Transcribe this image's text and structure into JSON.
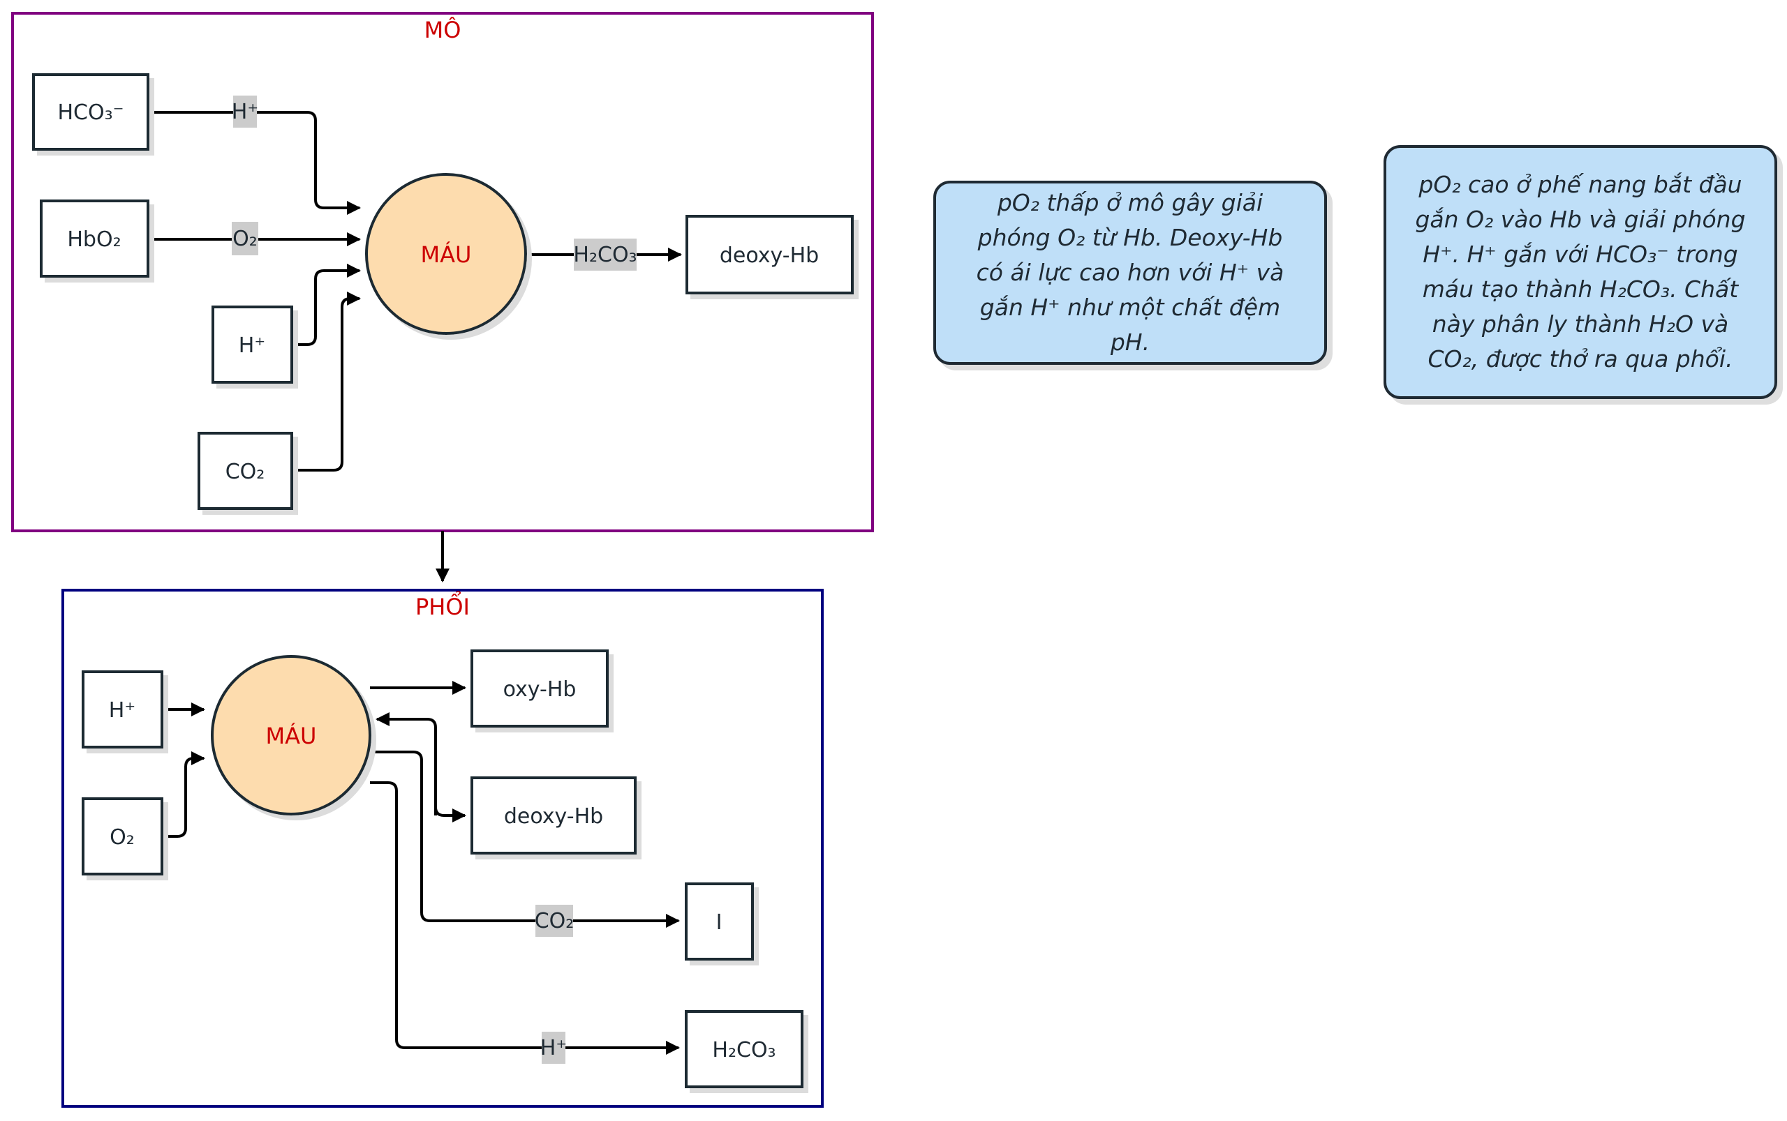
{
  "tissue": {
    "title": "MÔ",
    "center": "MÁU",
    "inputs": [
      {
        "label": "HCO₃⁻",
        "edge_label": "H⁺"
      },
      {
        "label": "HbO₂",
        "edge_label": "O₂"
      },
      {
        "label": "H⁺",
        "edge_label": ""
      },
      {
        "label": "CO₂",
        "edge_label": ""
      }
    ],
    "output": {
      "label": "deoxy-Hb",
      "edge_label": "H₂CO₃"
    }
  },
  "lung": {
    "title": "PHỔI",
    "center": "MÁU",
    "inputs": [
      {
        "label": "H⁺"
      },
      {
        "label": "O₂"
      }
    ],
    "outputs": [
      {
        "label": "oxy-Hb",
        "edge_label": ""
      },
      {
        "label": "deoxy-Hb",
        "edge_label": ""
      },
      {
        "label": "I",
        "edge_label": "CO₂"
      },
      {
        "label": "H₂CO₃",
        "edge_label": "H⁺"
      }
    ]
  },
  "notes": [
    {
      "text": "pO₂ thấp ở mô gây giải\nphóng O₂ từ Hb. Deoxy-Hb\ncó ái lực cao hơn với H⁺ và\ngắn H⁺ như một chất đệm pH."
    },
    {
      "text": "pO₂ cao ở phế nang bắt đầu\ngắn O₂ vào Hb và giải phóng\nH⁺. H⁺ gắn với HCO₃⁻ trong\nmáu tạo thành H₂CO₃. Chất\nnày phân ly thành H₂O và\nCO₂, được thở ra qua phổi."
    }
  ],
  "colors": {
    "tissue_border": "#800080",
    "lung_border": "#00007f",
    "blood_fill": "#fddcae",
    "title_red": "#cc0000",
    "note_fill": "#bfdff8",
    "edge_label_bg": "#cccccc"
  }
}
